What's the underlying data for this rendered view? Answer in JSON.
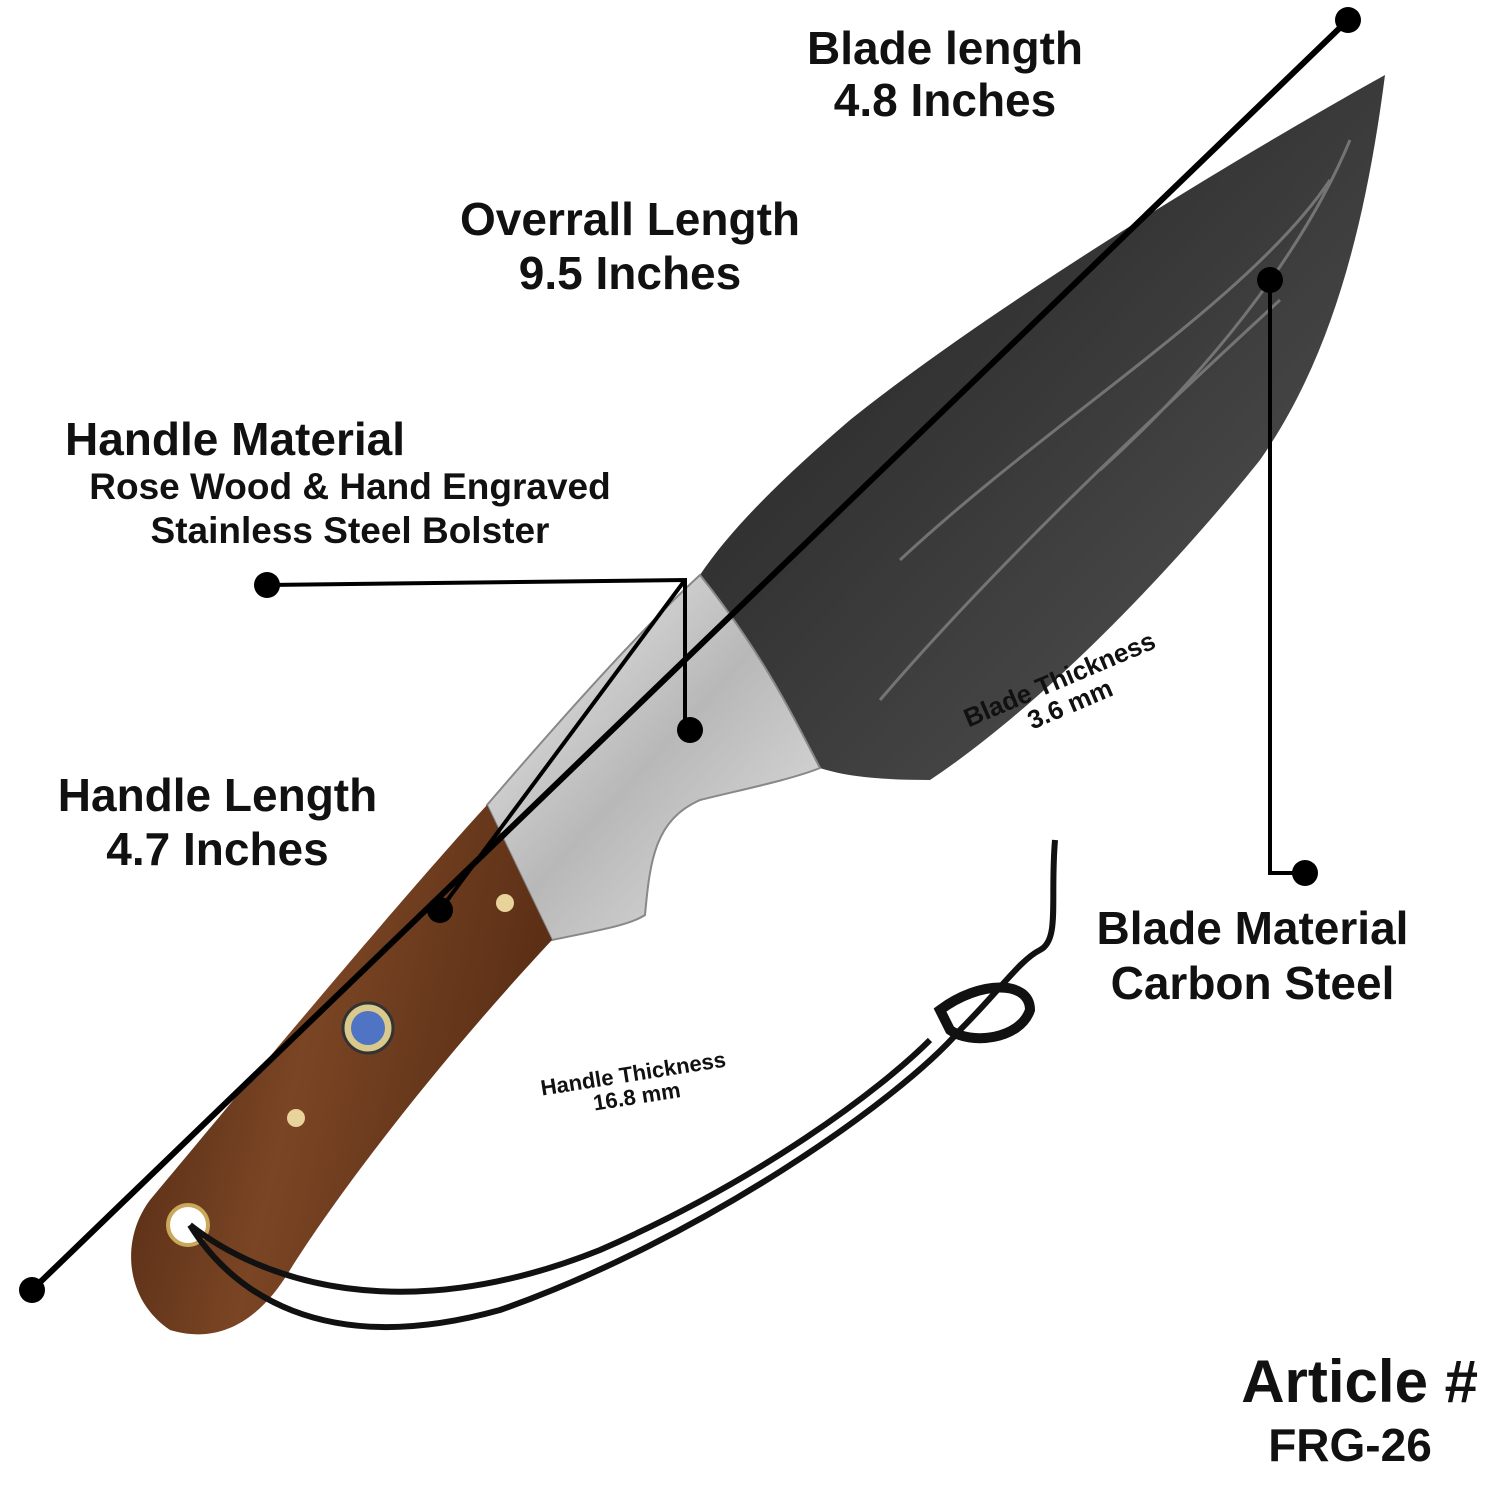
{
  "labels": {
    "blade_length": {
      "title": "Blade length",
      "value": "4.8 Inches"
    },
    "overall_length": {
      "title": "Overrall Length",
      "value": "9.5 Inches"
    },
    "handle_material": {
      "title": "Handle Material",
      "line1": "Rose Wood & Hand Engraved",
      "line2": "Stainless Steel Bolster"
    },
    "handle_length": {
      "title": "Handle Length",
      "value": "4.7 Inches"
    },
    "blade_material": {
      "title": "Blade Material",
      "value": "Carbon Steel"
    },
    "blade_thickness": {
      "title": "Blade Thickness",
      "value": "3.6 mm"
    },
    "handle_thickness": {
      "title": "Handle Thickness",
      "value": "16.8 mm"
    },
    "article": {
      "title": "Article #",
      "value": "FRG-26"
    }
  },
  "colors": {
    "blade": "#2e2e2e",
    "bolster": "#c9c9c9",
    "handle": "#6b3a1f",
    "cord": "#111111",
    "line": "#000000"
  }
}
